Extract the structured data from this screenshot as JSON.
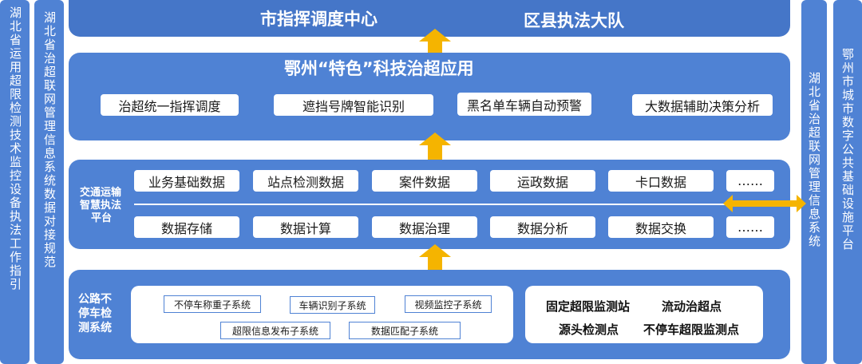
{
  "left_panels": [
    {
      "text": "湖北省运用超限检测技术监控设备执法工作指引"
    },
    {
      "text": "湖北省治超联网管理信息系统数据对接规范"
    }
  ],
  "right_panels": [
    {
      "text": "湖北省治超联网管理信息系统"
    },
    {
      "text": "鄂州市城市数字公共基础设施平台"
    }
  ],
  "top_tier": {
    "left_title": "市指挥调度中心",
    "right_title": "区县执法大队"
  },
  "app_tier": {
    "title": "鄂州“特色”科技治超应用",
    "items": [
      "治超统一指挥调度",
      "遮挡号牌智能识别",
      "黑名单车辆自动预警",
      "大数据辅助决策分析"
    ]
  },
  "platform_tier": {
    "label_lines": [
      "交通运输",
      "智慧执法",
      "平台"
    ],
    "row1": [
      "业务基础数据",
      "站点检测数据",
      "案件数据",
      "运政数据",
      "卡口数据",
      "……"
    ],
    "row2": [
      "数据存储",
      "数据计算",
      "数据治理",
      "数据分析",
      "数据交换",
      "……"
    ]
  },
  "bottom_tier": {
    "label_lines": [
      "公路不",
      "停车检",
      "测系统"
    ],
    "subsystems": [
      "不停车称重子系统",
      "车辆识别子系统",
      "视频监控子系统",
      "超限信息发布子系统",
      "数据匹配子系统"
    ],
    "sites": [
      "固定超限监测站",
      "流动治超点",
      "源头检测点",
      "不停车超限监测点"
    ]
  },
  "colors": {
    "panel": "#4f82d4",
    "arrow": "#f5b400",
    "white": "#ffffff"
  }
}
